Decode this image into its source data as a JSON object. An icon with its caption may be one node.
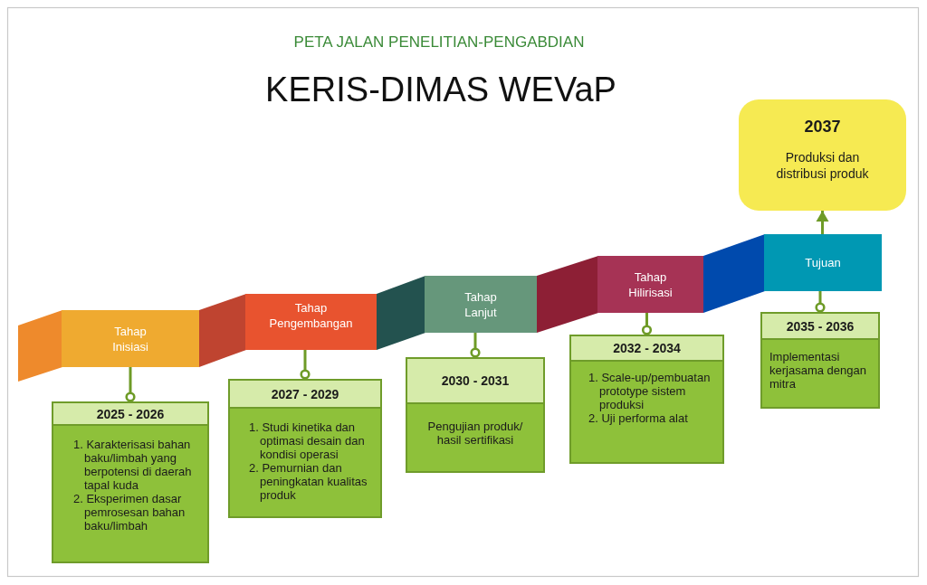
{
  "diagram": {
    "title": "KERIS-DIMAS WEVaP",
    "nodes": [
      {
        "text": [],
        "shape": "parallelogram"
      },
      {
        "text": [
          "Tahap Inisiasi"
        ]
      },
      {
        "text": [
          "2025 - 2026",
          "1. Karakterisasi bahan baku/limbah yang berpotensi di daerah tapal kuda",
          "2. Eksperimen dasar pemrosesan bahan baku/limbah"
        ]
      },
      {
        "text": [],
        "shape": "parallelogram"
      },
      {
        "text": [
          "Tahap Pengembangan"
        ]
      },
      {
        "text": [
          "2027 - 2029",
          "1. Studi kinetika dan optimasi desain dan kondisi operasi",
          "2. Pemurnian dan peningkatan kualitas produk"
        ]
      },
      {
        "text": [],
        "shape": "parallelogram"
      },
      {
        "text": [
          "Tahap Lanjut"
        ]
      },
      {
        "text": [
          "2030 - 2031",
          "Pengujian produk/ hasil sertifikasi"
        ]
      },
      {
        "text": [],
        "shape": "parallelogram"
      },
      {
        "text": [
          "Tahap Hilirisasi"
        ]
      },
      {
        "text": [
          "2032 - 2034",
          "1. Scale-up/pembuatan prototype sistem produksi",
          "2. Uji performa alat"
        ]
      },
      {
        "text": [],
        "shape": "parallelogram"
      },
      {
        "text": [
          "Tujuan"
        ]
      },
      {
        "text": [
          "2035 - 2036",
          "Implementasi kerjasama dengan mitra"
        ]
      },
      {
        "text": [
          "2037",
          "Produksi dan distribusi produk"
        ]
      }
    ],
    "edges": [
      {
        "from": 1,
        "to": 2,
        "arrow": "other"
      },
      {
        "from": 4,
        "to": 5,
        "arrow": "other"
      },
      {
        "from": 7,
        "to": 8,
        "arrow": "other"
      },
      {
        "from": 10,
        "to": 11,
        "arrow": "other"
      },
      {
        "from": 13,
        "to": 14,
        "arrow": "other"
      },
      {
        "from": 13,
        "to": 15,
        "arrow": "to"
      }
    ],
    "labels": [
      "PETA JALAN PENELITIAN-PENGABDIAN"
    ]
  }
}
